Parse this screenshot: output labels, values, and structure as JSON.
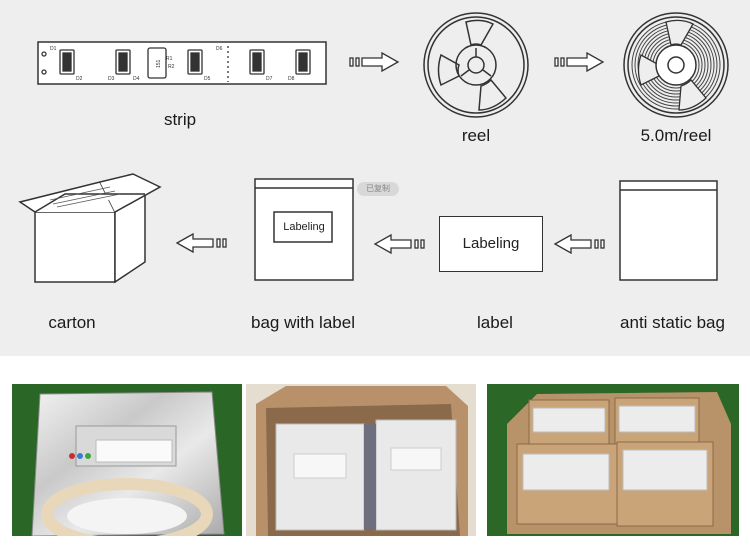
{
  "diagram": {
    "steps_row1": [
      {
        "id": "strip",
        "label": "strip"
      },
      {
        "id": "reel",
        "label": "reel"
      },
      {
        "id": "reel_full",
        "label": "5.0m/reel"
      }
    ],
    "steps_row2": [
      {
        "id": "anti_static_bag",
        "label": "anti static bag"
      },
      {
        "id": "label",
        "label": "label"
      },
      {
        "id": "bag_with_label",
        "label": "bag with label"
      },
      {
        "id": "carton",
        "label": "carton"
      }
    ],
    "label_card_text": "Labeling",
    "bag_label_text": "Labeling",
    "watermark_text": "已复制",
    "strip_marks": [
      "R1",
      "R2",
      "151",
      "D1",
      "D2",
      "D3",
      "D4",
      "D5",
      "D6",
      "D7",
      "D8"
    ]
  },
  "photos": [
    {
      "id": "photo-sealed-bag",
      "subject": "reel in sealed anti static bag with label"
    },
    {
      "id": "photo-carton-bags",
      "subject": "carton filled with labeled bags"
    },
    {
      "id": "photo-carton-boxes",
      "subject": "carton packed with inner boxes"
    }
  ],
  "colors": {
    "panel": "#eeeeee",
    "line": "#333333",
    "arrow_fill": "#ffffff"
  }
}
